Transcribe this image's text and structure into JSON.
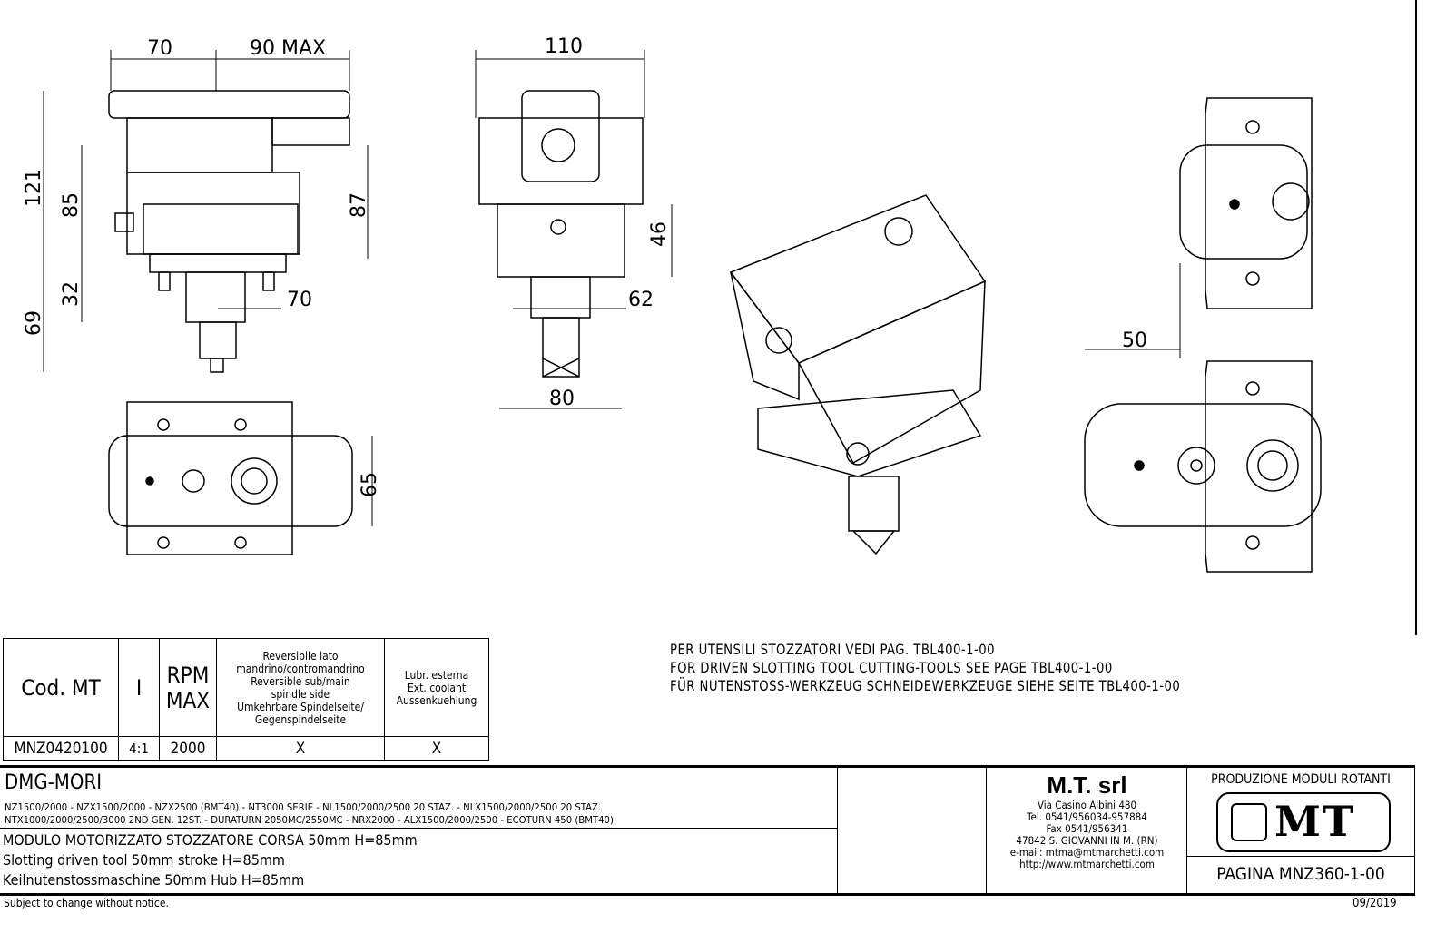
{
  "dimensions": {
    "front_width_left": "70",
    "front_width_right": "90 MAX",
    "front_height_total": "121",
    "front_height_mid": "85",
    "front_height_right": "87",
    "front_shank_height": "32",
    "front_lower_height": "69",
    "front_shank_offset": "70",
    "side_width": "110",
    "side_height": "46",
    "side_shank_offset": "62",
    "side_bottom_width": "80",
    "top_width": "65",
    "detail_offset": "50"
  },
  "notes": [
    "PER UTENSILI STOZZATORI VEDI PAG. TBL400-1-00",
    "FOR DRIVEN SLOTTING TOOL CUTTING-TOOLS SEE PAGE TBL400-1-00",
    "FÜR NUTENSTOSS-WERKZEUG SCHNEIDEWERKZEUGE SIEHE SEITE TBL400-1-00"
  ],
  "spec_table": {
    "headers": {
      "code": "Cod. MT",
      "ratio": "I",
      "rpm": [
        "RPM",
        "MAX"
      ],
      "reversible": [
        "Reversibile lato",
        "mandrino/contromandrino",
        "Reversible sub/main",
        "spindle side",
        "Umkehrbare Spindelseite/",
        "Gegenspindelseite"
      ],
      "coolant": [
        "Lubr. esterna",
        "Ext. coolant",
        "Aussenkuehlung"
      ]
    },
    "row": {
      "code": "MNZ0420100",
      "ratio": "4:1",
      "rpm": "2000",
      "reversible": "X",
      "coolant": "X"
    }
  },
  "title_block": {
    "machine_brand": "DMG-MORI",
    "models": [
      "NZ1500/2000 - NZX1500/2000 -  NZX2500 (BMT40) - NT3000 SERIE - NL1500/2000/2500 20 STAZ. - NLX1500/2000/2500 20 STAZ.",
      "NTX1000/2000/2500/3000 2ND GEN. 12ST. - DURATURN 2050MC/2550MC - NRX2000 - ALX1500/2000/2500 - ECOTURN 450 (BMT40)"
    ],
    "description_it": "MODULO MOTORIZZATO STOZZATORE CORSA 50mm H=85mm",
    "description_en": "Slotting driven tool 50mm stroke H=85mm",
    "description_de": "Keilnutenstossmaschine 50mm Hub H=85mm",
    "disclaimer": "Subject to change without notice.",
    "date": "09/2019",
    "company": {
      "name": "M.T. srl",
      "address": "Via Casino Albini 480",
      "tel": "Tel. 0541/956034-957884",
      "fax": "Fax 0541/956341",
      "city": "47842 S. GIOVANNI IN M. (RN)",
      "email": "e-mail: mtma@mtmarchetti.com",
      "web": "http://www.mtmarchetti.com"
    },
    "header": "PRODUZIONE MODULI ROTANTI",
    "logo_text": "MT",
    "page": "PAGINA MNZ360-1-00"
  }
}
